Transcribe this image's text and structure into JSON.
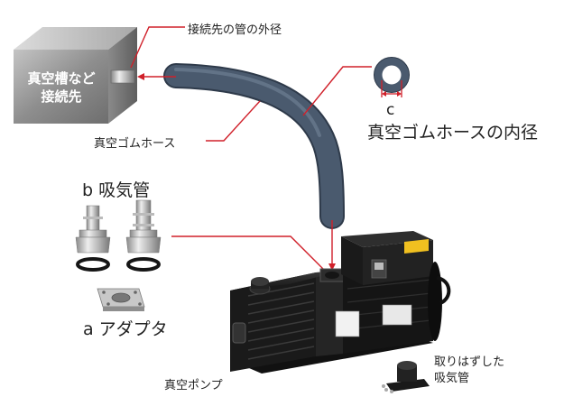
{
  "labels": {
    "outer_diameter": "接続先の管の外径",
    "chamber_line1": "真空槽など",
    "chamber_line2": "接続先",
    "hose": "真空ゴムホース",
    "c_letter": "c",
    "inner_diameter": "真空ゴムホースの内径",
    "b_intake": "b 吸気管",
    "a_adapter": "a アダプタ",
    "pump": "真空ポンプ",
    "removed_line1": "取りはずした",
    "removed_line2": "吸気管"
  },
  "colors": {
    "leader_line": "#d0202a",
    "hose": "#4a5a6e",
    "pump_body": "#1c1c1c",
    "chamber": "#9a9a9a"
  }
}
